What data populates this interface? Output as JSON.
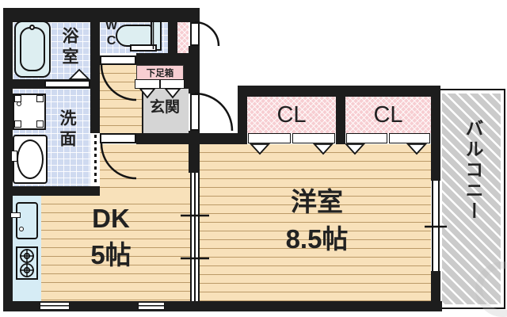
{
  "plan": {
    "bath_label": "浴室",
    "wc_label": "WC",
    "washroom_label": "洗面",
    "entrance_label": "玄関",
    "shoe_cabinet_label": "下足箱",
    "dk_label": "DK",
    "dk_size": "5帖",
    "western_room_label": "洋室",
    "western_room_size": "8.5帖",
    "closet_left_label": "CL",
    "closet_right_label": "CL",
    "balcony_label": "バルコニー"
  },
  "colors": {
    "wall": "#1d1d1d",
    "tile": "#cfdaf0",
    "wood": "#f8e1ba",
    "wood_line": "#bb9a68",
    "pink": "#f7ced2",
    "entrance": "#d5d5d5",
    "balcony": "#cbcbcb",
    "fixture": "#ddeef1",
    "counter": "#d6ecf5",
    "text": "#222222"
  }
}
